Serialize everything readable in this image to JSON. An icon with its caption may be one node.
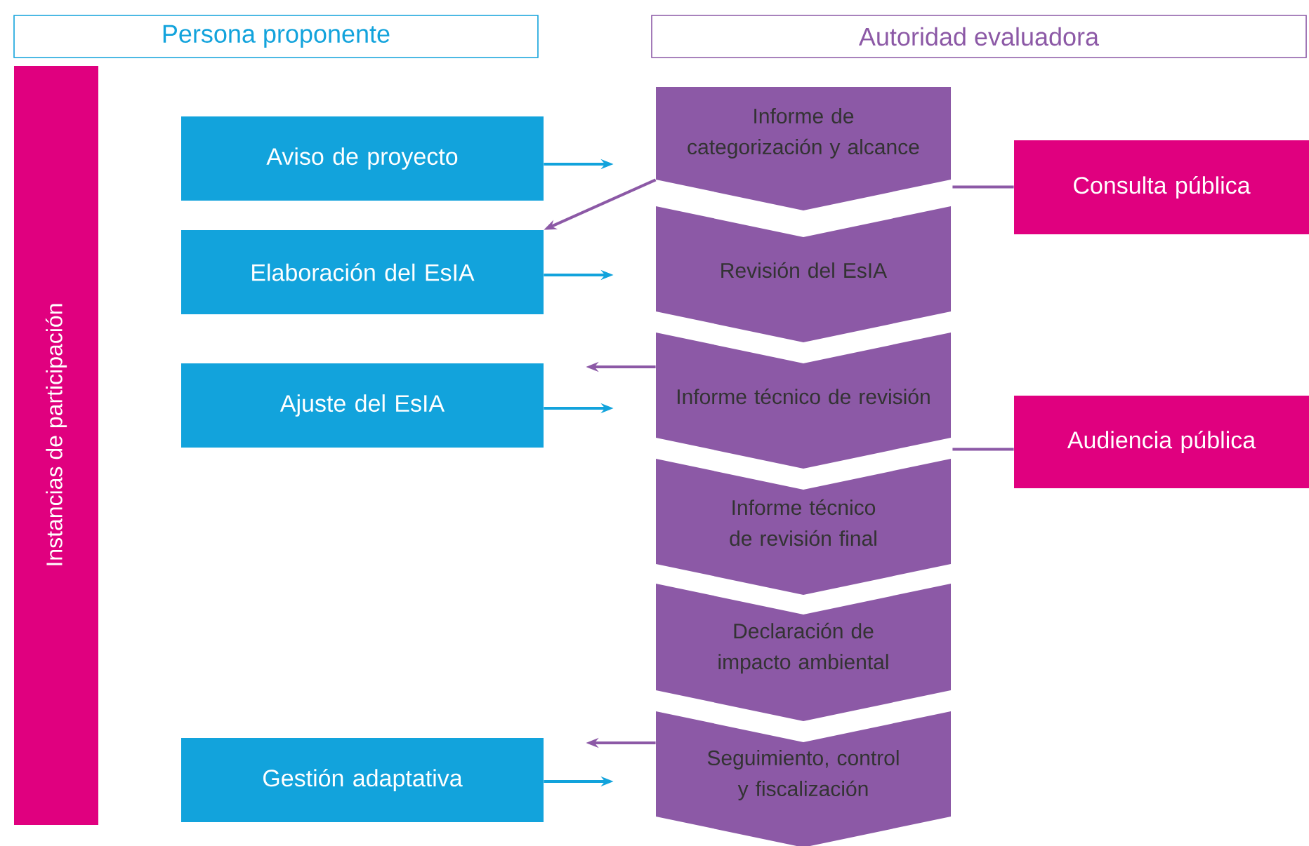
{
  "diagram": {
    "nodes": [
      {
        "text": [
          "Persona proponente"
        ]
      },
      {
        "text": [
          "Autoridad evaluadora"
        ]
      },
      {
        "text": [
          "Instancias de participación"
        ]
      },
      {
        "text": [
          "Aviso de proyecto"
        ]
      },
      {
        "text": [
          "Elaboración del EsIA"
        ]
      },
      {
        "text": [
          "Ajuste del EsIA"
        ]
      },
      {
        "text": [
          "Gestión adaptativa"
        ]
      },
      {
        "text": [
          "Informe de categorización y alcance"
        ]
      },
      {
        "text": [
          "Revisión del EsIA"
        ]
      },
      {
        "text": [
          "Informe técnico de revisión"
        ]
      },
      {
        "text": [
          "Informe técnico de revisión final"
        ]
      },
      {
        "text": [
          "Declaración de impacto ambiental"
        ]
      },
      {
        "text": [
          "Seguimiento, control y fiscalización"
        ]
      },
      {
        "text": [
          "Consulta pública"
        ]
      },
      {
        "text": [
          "Audiencia pública"
        ]
      }
    ],
    "edges": [
      {
        "from": 3,
        "to": 7,
        "arrow": "to",
        "color": "#12a3dc"
      },
      {
        "from": 7,
        "to": 4,
        "arrow": "to"
      },
      {
        "from": 4,
        "to": 8,
        "arrow": "to",
        "color": "#12a3dc"
      },
      {
        "from": 9,
        "to": 5,
        "arrow": "to"
      },
      {
        "from": 5,
        "to": 9,
        "arrow": "to",
        "color": "#12a3dc"
      },
      {
        "from": 12,
        "to": 6,
        "arrow": "to"
      },
      {
        "from": 6,
        "to": 12,
        "arrow": "to",
        "color": "#12a3dc"
      },
      {
        "from": 7,
        "to": 13,
        "arrow": "none"
      },
      {
        "from": 9,
        "to": 14,
        "arrow": "none"
      }
    ]
  }
}
